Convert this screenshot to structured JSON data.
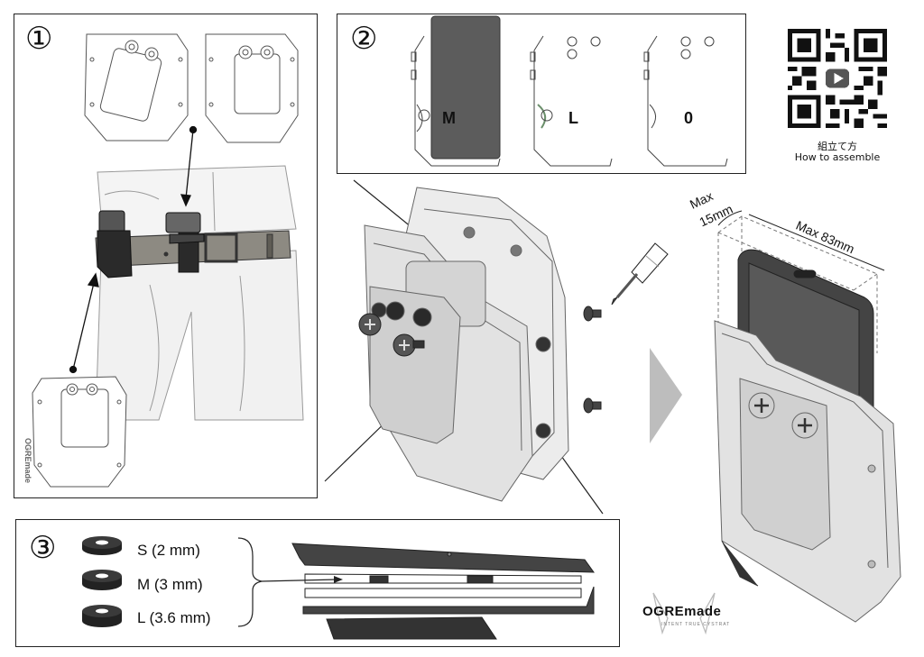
{
  "steps": {
    "step1": {
      "number": "①"
    },
    "step2": {
      "number": "②",
      "options": [
        {
          "label": "M"
        },
        {
          "label": "L"
        },
        {
          "label": "0"
        }
      ]
    },
    "step3": {
      "number": "③",
      "spacers": [
        {
          "label": "S (2 mm)"
        },
        {
          "label": "M (3 mm)"
        },
        {
          "label": "L  (3.6 mm)"
        }
      ]
    }
  },
  "qr": {
    "caption_ja": "組立て方",
    "caption_en": "How to assemble",
    "icon": "youtube-play-icon"
  },
  "dimensions": {
    "depth_prefix": "Max",
    "depth_value": "15mm",
    "width": "Max 83mm"
  },
  "branding": {
    "panel_logo_text": "OGREmade",
    "logo": "OGREmade",
    "logo_sub": "INTENT TRUE CYSTRAT"
  },
  "colors": {
    "line": "#222222",
    "part_fill": "#e6e6e6",
    "dark_part": "#2a2a2a",
    "phone": "#444444",
    "arrow_gray": "#bdbdbd"
  }
}
